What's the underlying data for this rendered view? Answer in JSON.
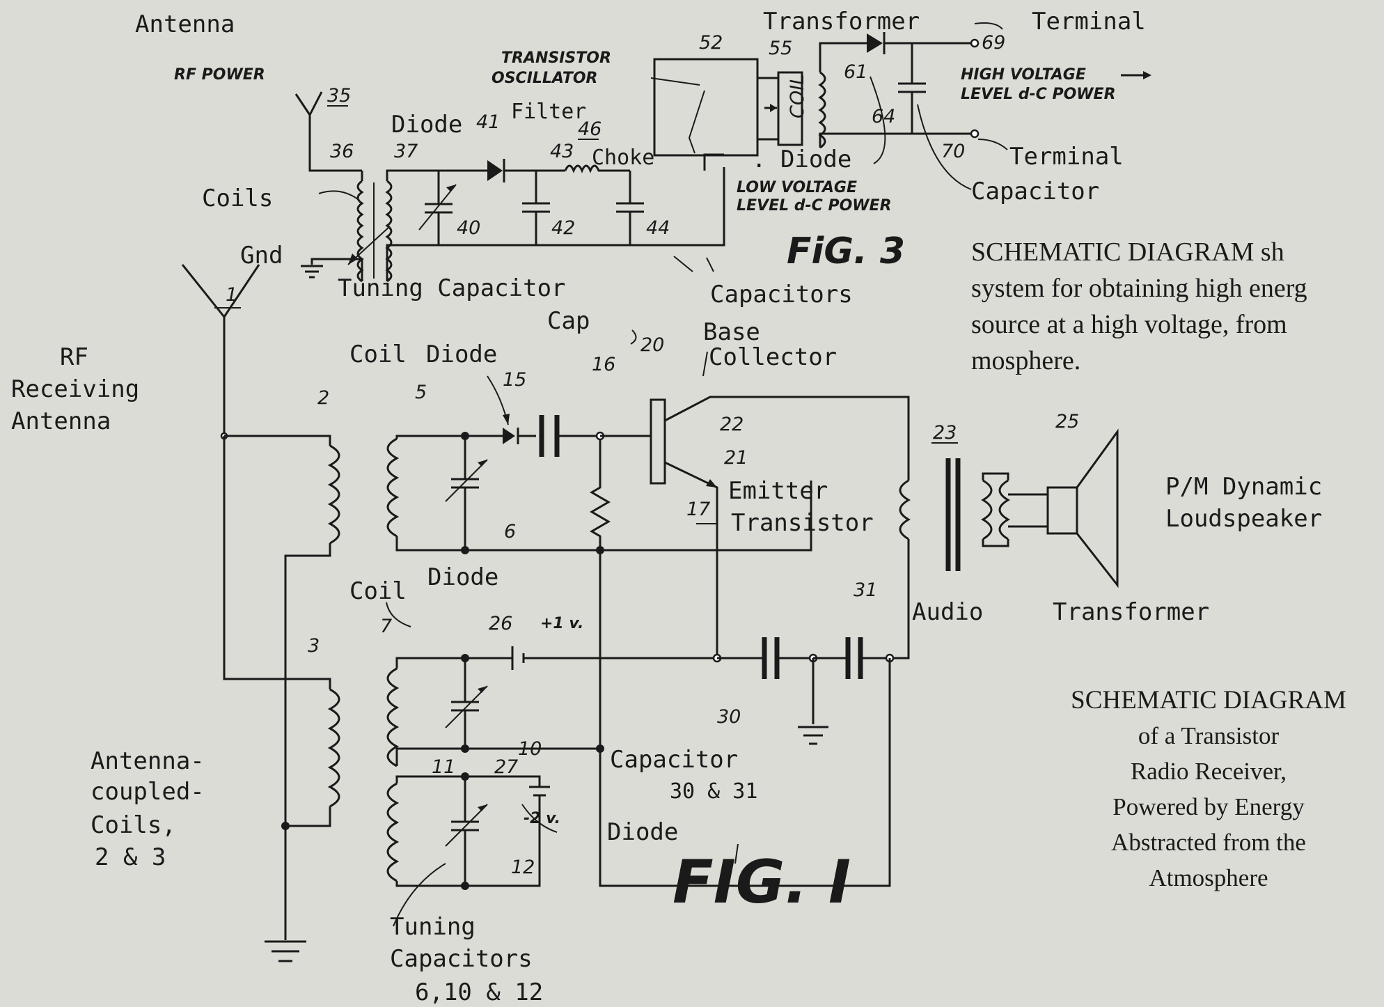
{
  "fig3": {
    "figure_label": "FiG. 3",
    "antenna_label": "Antenna",
    "rf_power_label": "RF POWER",
    "coils_label": "Coils",
    "gnd_label": "Gnd",
    "diode_top_label": "Diode",
    "filter_label": "Filter",
    "choke_label": "Choke",
    "oscillator_label": [
      "TRANSISTOR",
      "OSCILLATOR"
    ],
    "transformer_label": "Transformer",
    "terminal_top_label": "Terminal",
    "terminal_bottom_label": "Terminal",
    "high_voltage_label": [
      "HIGH VOLTAGE",
      "LEVEL d-C POWER"
    ],
    "low_voltage_label": [
      "LOW VOLTAGE",
      "LEVEL d-C POWER"
    ],
    "diode_right_label": ". Diode",
    "capacitor_label": "Capacitor",
    "tuning_capacitor_label": "Tuning Capacitor",
    "capacitors_label": "Capacitors",
    "coil_text": "COIL",
    "refs": [
      "35",
      "36",
      "37",
      "41",
      "43",
      "46",
      "40",
      "42",
      "44",
      "52",
      "55",
      "61",
      "64",
      "69",
      "70"
    ]
  },
  "fig3_caption": {
    "lines": [
      "SCHEMATIC DIAGRAM sh",
      "system for obtaining high energ",
      "source at a high voltage, from",
      "mosphere."
    ]
  },
  "fig1": {
    "figure_label": "FIG. I",
    "rf_antenna_label": [
      "RF",
      "Receiving",
      "Antenna"
    ],
    "coil_top_label": "Coil",
    "diode_top_label": "Diode",
    "cap_label": "Cap",
    "base_label": "Base",
    "collector_label": "Collector",
    "emitter_label": "Emitter",
    "transistor_label": "Transistor",
    "pm_label": [
      "P/M Dynamic",
      "Loudspeaker"
    ],
    "audio_label": "Audio",
    "transformer_label": "Transformer",
    "coil_mid_label": "Coil",
    "diode_mid_label": "Diode",
    "plus_one_v": "+1 v.",
    "minus_two_v": "-2 v.",
    "capacitor_label": [
      "Capacitor",
      "30 & 31"
    ],
    "diode_bottom_label": "Diode",
    "antenna_coupled_label": [
      "Antenna-",
      "coupled-",
      "Coils,",
      "2 & 3"
    ],
    "tuning_caps_label": [
      "Tuning",
      "Capacitors",
      "6,10 & 12"
    ],
    "refs": [
      "1",
      "2",
      "3",
      "5",
      "6",
      "7",
      "10",
      "11",
      "12",
      "15",
      "16",
      "17",
      "20",
      "21",
      "22",
      "23",
      "25",
      "26",
      "27",
      "30",
      "31"
    ]
  },
  "fig1_caption": {
    "title": "SCHEMATIC DIAGRAM",
    "lines": [
      "of a Transistor",
      "Radio Receiver,",
      "Powered by Energy",
      "Abstracted from the",
      "Atmosphere"
    ]
  }
}
